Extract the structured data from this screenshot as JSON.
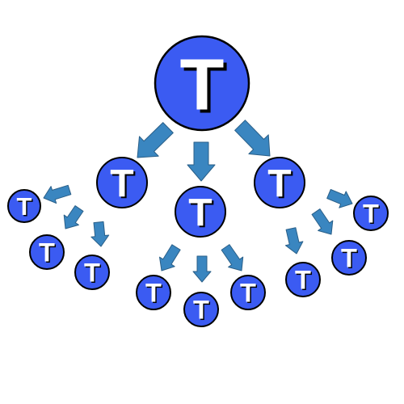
{
  "diagram": {
    "node_label": "T",
    "colors": {
      "node_fill": "#3b5bf2",
      "node_stroke": "#000000",
      "letter_fill": "#ffffff",
      "letter_shadow": "#000000",
      "arrow_fill": "#3a86c0",
      "arrow_stroke": "#2a5f88"
    },
    "nodes": [
      {
        "id": "root"
      },
      {
        "id": "left-parent"
      },
      {
        "id": "center-parent"
      },
      {
        "id": "right-parent"
      },
      {
        "id": "left-child-1"
      },
      {
        "id": "left-child-2"
      },
      {
        "id": "left-child-3"
      },
      {
        "id": "center-child-1"
      },
      {
        "id": "center-child-2"
      },
      {
        "id": "center-child-3"
      },
      {
        "id": "right-child-1"
      },
      {
        "id": "right-child-2"
      },
      {
        "id": "right-child-3"
      }
    ],
    "arrows": [
      {
        "from": "root",
        "to": "left-parent"
      },
      {
        "from": "root",
        "to": "center-parent"
      },
      {
        "from": "root",
        "to": "right-parent"
      },
      {
        "from": "left-parent",
        "to": "left-child-1"
      },
      {
        "from": "left-parent",
        "to": "left-child-2"
      },
      {
        "from": "left-parent",
        "to": "left-child-3"
      },
      {
        "from": "center-parent",
        "to": "center-child-1"
      },
      {
        "from": "center-parent",
        "to": "center-child-2"
      },
      {
        "from": "center-parent",
        "to": "center-child-3"
      },
      {
        "from": "right-parent",
        "to": "right-child-1"
      },
      {
        "from": "right-parent",
        "to": "right-child-2"
      },
      {
        "from": "right-parent",
        "to": "right-child-3"
      }
    ]
  }
}
